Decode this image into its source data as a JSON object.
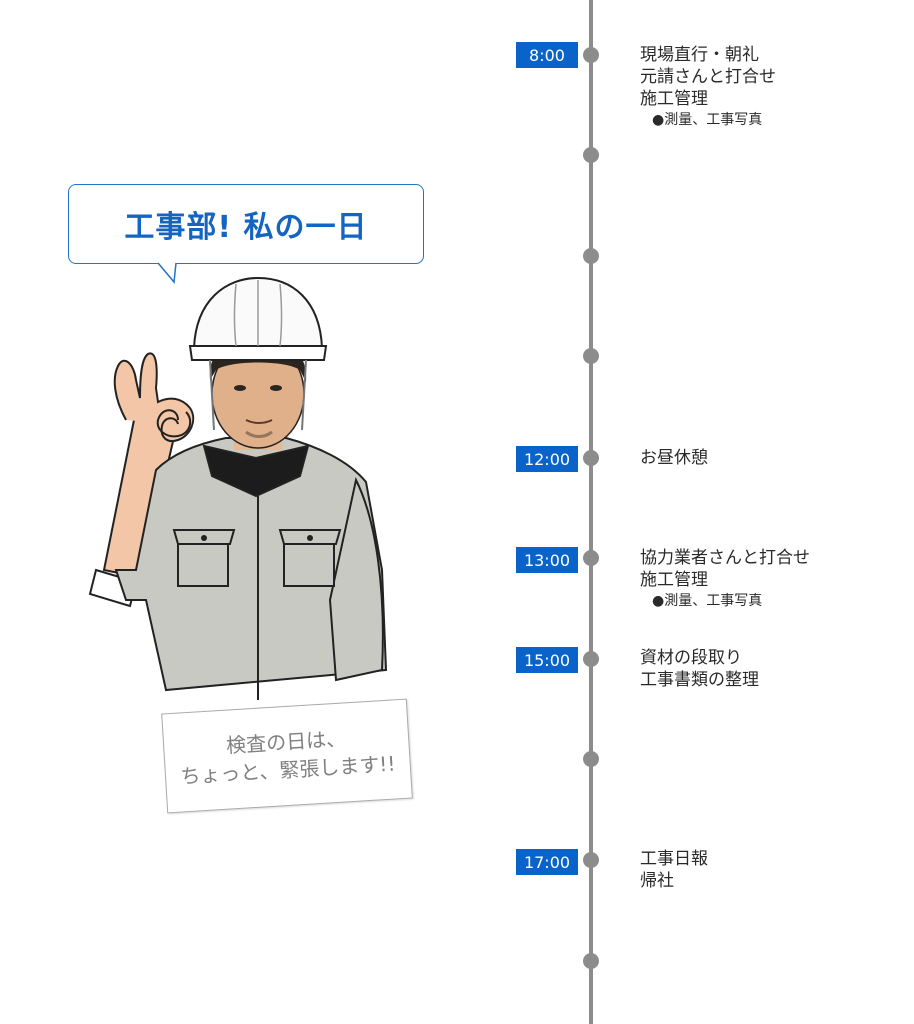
{
  "bubble": {
    "title": "工事部! 私の一日"
  },
  "note": {
    "line1": "検査の日は、",
    "line2": "ちょっと、緊張します!!"
  },
  "colors": {
    "accent": "#0a63c9",
    "timeline": "#8c8c8c"
  },
  "schedule": [
    {
      "time": "8:00",
      "lines": [
        "現場直行・朝礼",
        "元請さんと打合せ",
        "施工管理"
      ],
      "sub": "●測量、工事写真"
    },
    {
      "time": "12:00",
      "lines": [
        "お昼休憩"
      ],
      "sub": ""
    },
    {
      "time": "13:00",
      "lines": [
        "協力業者さんと打合せ",
        "施工管理"
      ],
      "sub": "●測量、工事写真"
    },
    {
      "time": "15:00",
      "lines": [
        "資材の段取り",
        "工事書類の整理"
      ],
      "sub": ""
    },
    {
      "time": "17:00",
      "lines": [
        "工事日報",
        "帰社"
      ],
      "sub": ""
    }
  ]
}
